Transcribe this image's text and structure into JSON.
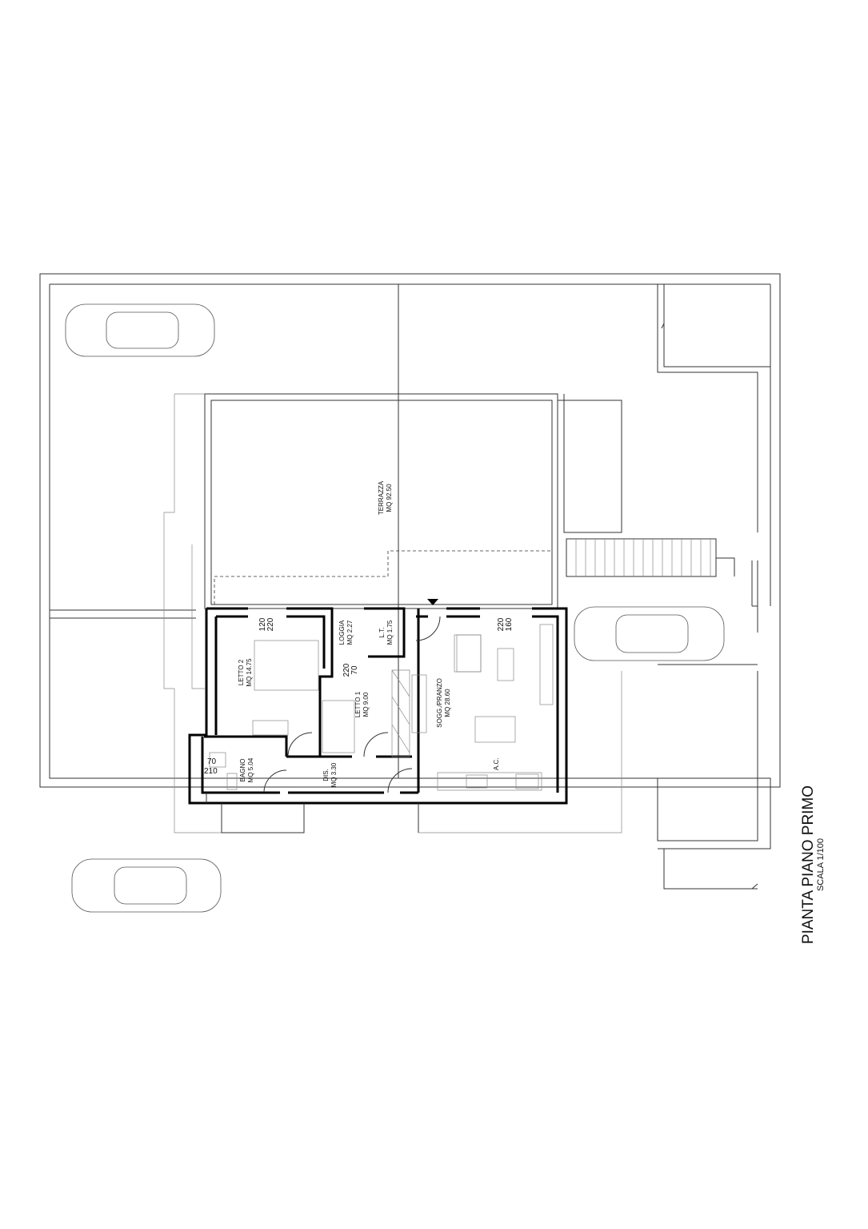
{
  "title": {
    "main": "PIANTA PIANO PRIMO",
    "scale": "SCALA 1/100"
  },
  "rooms": [
    {
      "id": "terrazza",
      "name": "TERRAZZA",
      "area": "MQ 92.50"
    },
    {
      "id": "letto2",
      "name": "LETTO 2",
      "area": "MQ 14.75"
    },
    {
      "id": "loggia",
      "name": "LOGGIA",
      "area": "MQ 2.27"
    },
    {
      "id": "lt",
      "name": "L.T.",
      "area": "MQ 1.75"
    },
    {
      "id": "letto1",
      "name": "LETTO 1",
      "area": "MQ 9.00"
    },
    {
      "id": "soggiorno",
      "name": "SOGG./PRANZO",
      "area": "MQ 28.60"
    },
    {
      "id": "bagno",
      "name": "BAGNO",
      "area": "MQ 5.04"
    },
    {
      "id": "dis",
      "name": "DIS.",
      "area": "MQ 3.30"
    }
  ],
  "openings": [
    {
      "w": "120",
      "h": "220"
    },
    {
      "w": "220",
      "h": "70"
    },
    {
      "w": "220",
      "h": "160"
    },
    {
      "w": "70",
      "h": "210"
    }
  ],
  "annotations": {
    "ac": "A.C."
  }
}
